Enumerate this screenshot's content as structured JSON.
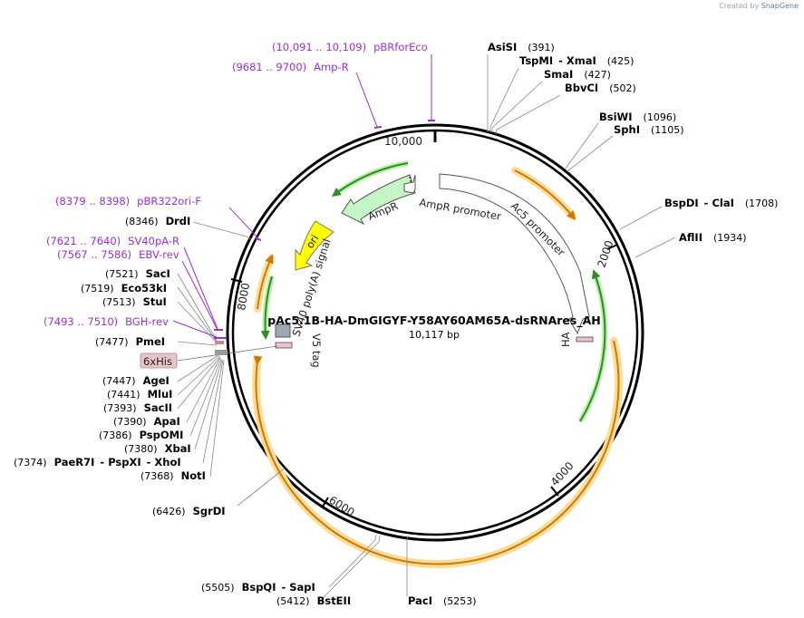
{
  "credit": {
    "prefix": "Created by",
    "brand": "SnapGene"
  },
  "map": {
    "name": "pAc5.1B-HA-DmGIGYF-Y58AY60AM65A-dsRNAres_AH",
    "length": "10,117 bp",
    "ticks": [
      "10,000",
      "2000",
      "4000",
      "6000",
      "8000"
    ]
  },
  "features": {
    "ampr": "AmpR",
    "ampr_promoter": "AmpR promoter",
    "ac5_promoter": "Ac5 promoter",
    "ori": "ori",
    "sv40_polya": "SV40 poly(A) signal",
    "v5_tag": "V5 tag",
    "ha": "HA",
    "his": "6xHis"
  },
  "enzymes": {
    "asisi": {
      "name": "AsiSI",
      "pos": "(391)"
    },
    "tspmi": {
      "name": "TspMI",
      "pos": "(425)",
      "alt": "XmaI"
    },
    "smai": {
      "name": "SmaI",
      "pos": "(427)"
    },
    "bbvci": {
      "name": "BbvCI",
      "pos": "(502)"
    },
    "bsiwi": {
      "name": "BsiWI",
      "pos": "(1096)"
    },
    "sphi": {
      "name": "SphI",
      "pos": "(1105)"
    },
    "bspdi": {
      "name": "BspDI",
      "pos": "(1708)",
      "alt": "ClaI"
    },
    "aflii": {
      "name": "AflII",
      "pos": "(1934)"
    },
    "paci": {
      "name": "PacI",
      "pos": "(5253)"
    },
    "bstei": {
      "name": "BstEII",
      "pos": "(5412)"
    },
    "bspqi": {
      "name": "BspQI",
      "pos": "(5505)",
      "alt": "SapI"
    },
    "sgrdi": {
      "name": "SgrDI",
      "pos": "(6426)"
    },
    "noti": {
      "name": "NotI",
      "pos": "(7368)"
    },
    "paer7i": {
      "name": "PaeR7I",
      "pos": "(7374)",
      "alt": "PspXI",
      "alt2": "XhoI"
    },
    "xbai": {
      "name": "XbaI",
      "pos": "(7380)"
    },
    "pspomi": {
      "name": "PspOMI",
      "pos": "(7386)"
    },
    "apai": {
      "name": "ApaI",
      "pos": "(7390)"
    },
    "sacii": {
      "name": "SacII",
      "pos": "(7393)"
    },
    "mlui": {
      "name": "MluI",
      "pos": "(7441)"
    },
    "agei": {
      "name": "AgeI",
      "pos": "(7447)"
    },
    "pmei": {
      "name": "PmeI",
      "pos": "(7477)"
    },
    "stui": {
      "name": "StuI",
      "pos": "(7513)"
    },
    "eco53ki": {
      "name": "Eco53kI",
      "pos": "(7519)"
    },
    "saci": {
      "name": "SacI",
      "pos": "(7521)"
    },
    "drdi": {
      "name": "DrdI",
      "pos": "(8346)"
    }
  },
  "primers": {
    "pbrforeco": {
      "range": "(10,091 .. 10,109)",
      "name": "pBRforEco"
    },
    "ampr_primer": {
      "range": "(9681 .. 9700)",
      "name": "Amp-R"
    },
    "pbr322ori": {
      "range": "(8379 .. 8398)",
      "name": "pBR322ori-F"
    },
    "sv40pa": {
      "range": "(7621 .. 7640)",
      "name": "SV40pA-R"
    },
    "ebv": {
      "range": "(7567 .. 7586)",
      "name": "EBV-rev"
    },
    "bgh": {
      "range": "(7493 .. 7510)",
      "name": "BGH-rev"
    }
  },
  "colors": {
    "primer": "#9b30d9",
    "ampr": "#c4f5c4",
    "ori": "#ffff00",
    "orf": "#f0a020",
    "green": "#3ca03c"
  }
}
